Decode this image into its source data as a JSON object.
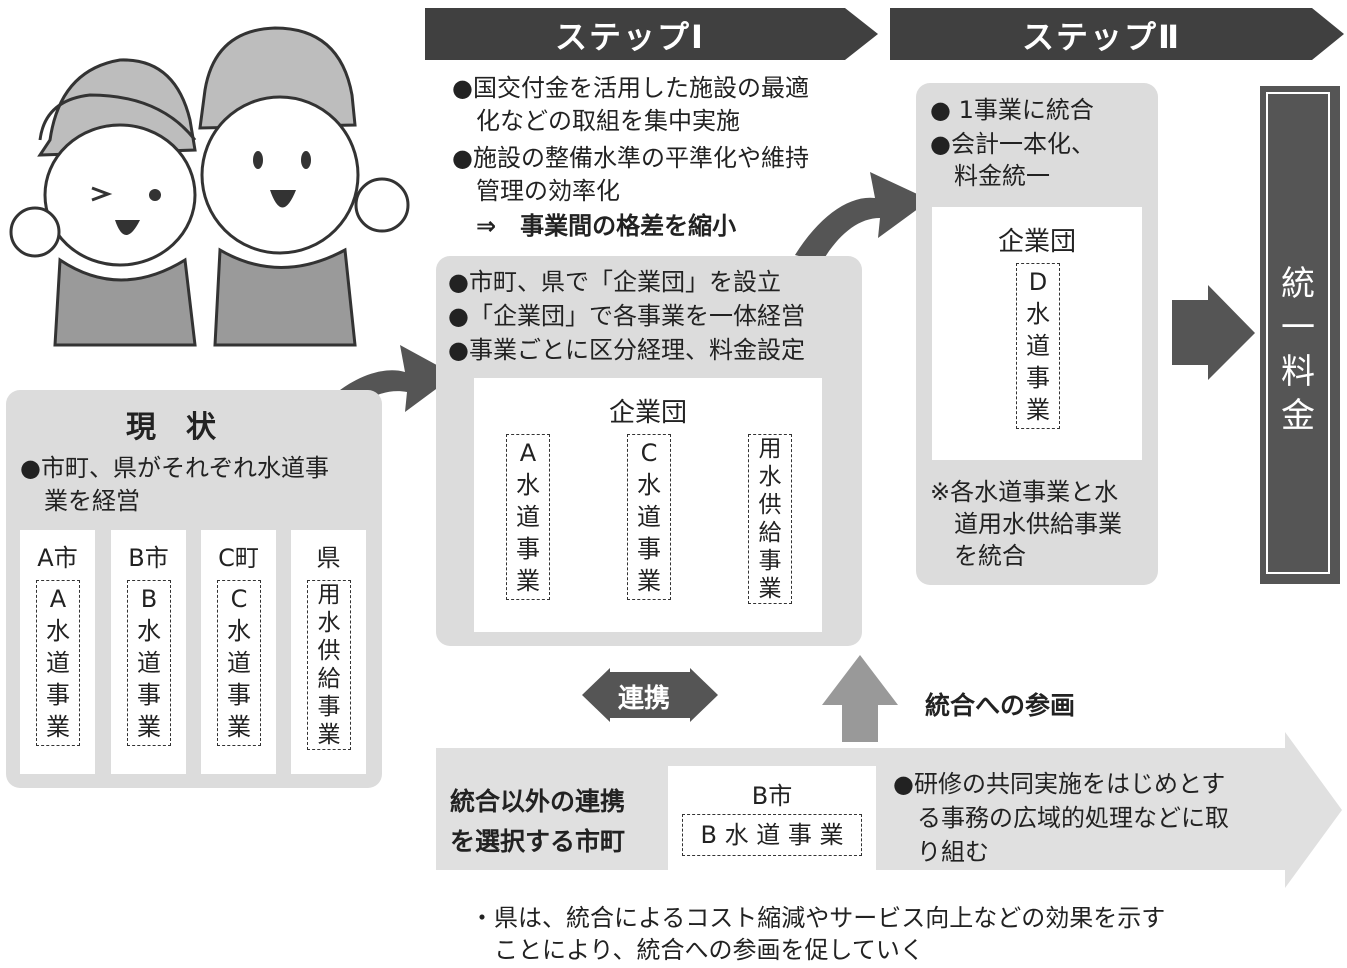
{
  "step1": {
    "label": "ステップⅠ"
  },
  "step2": {
    "label": "ステップⅡ"
  },
  "current": {
    "title": "現　状",
    "bullet_1": "●市町、県がそれぞれ水道事",
    "bullet_2": "　業を経営",
    "columns": [
      {
        "name": "A市",
        "chars": [
          "A",
          "水",
          "道",
          "事",
          "業"
        ]
      },
      {
        "name": "B市",
        "chars": [
          "B",
          "水",
          "道",
          "事",
          "業"
        ]
      },
      {
        "name": "C町",
        "chars": [
          "C",
          "水",
          "道",
          "事",
          "業"
        ]
      },
      {
        "name": "県",
        "chars": [
          "用",
          "水",
          "供",
          "給",
          "事",
          "業"
        ]
      }
    ]
  },
  "step1_notes": {
    "line_1": "●国交付金を活用した施設の最適",
    "line_2": "　化などの取組を集中実施",
    "line_3": "●施設の整備水準の平準化や維持",
    "line_4": "　管理の効率化",
    "line_5": "　⇒　事業間の格差を縮小"
  },
  "step1_panel": {
    "bullet_1": "●市町、県で「企業団」を設立",
    "bullet_2": "●「企業団」で各事業を一体経営",
    "bullet_3": "●事業ごとに区分経理、料金設定",
    "box_title": "企業団",
    "columns": [
      {
        "chars": [
          "A",
          "水",
          "道",
          "事",
          "業"
        ]
      },
      {
        "chars": [
          "C",
          "水",
          "道",
          "事",
          "業"
        ]
      },
      {
        "chars": [
          "用",
          "水",
          "供",
          "給",
          "事",
          "業"
        ]
      }
    ]
  },
  "step2_panel": {
    "bullet_1": "● 1事業に統合",
    "bullet_2": "●会計一本化、",
    "bullet_3": "　料金統一",
    "box_title": "企業団",
    "column": {
      "chars": [
        "D",
        "水",
        "道",
        "事",
        "業"
      ]
    },
    "note_1": "※各水道事業と水",
    "note_2": "　道用水供給事業",
    "note_3": "　を統合"
  },
  "unified": {
    "chars": [
      "統",
      "一",
      "料",
      "金"
    ]
  },
  "renkei": {
    "label": "連携"
  },
  "participation": {
    "label": "統合への参画"
  },
  "bottom": {
    "left_1": "統合以外の連携",
    "left_2": "を選択する市町",
    "box_title": "B市",
    "box_content": "B 水 道 事 業",
    "right_1": "●研修の共同実施をはじめとす",
    "right_2": "　る事務の広域的処理などに取",
    "right_3": "　り組む"
  },
  "footer": {
    "line_1": "・県は、統合によるコスト縮減やサービス向上などの効果を示す",
    "line_2": "　ことにより、統合への参画を促していく"
  }
}
